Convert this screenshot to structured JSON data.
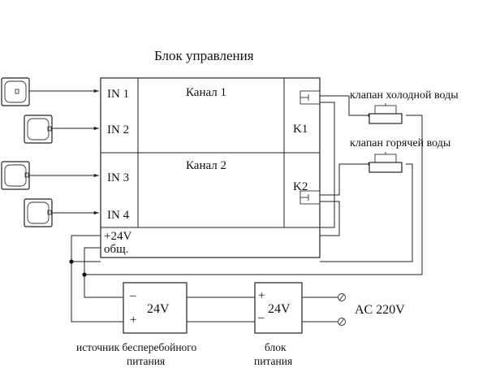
{
  "title": "Блок управления",
  "control_block": {
    "inputs": [
      "IN 1",
      "IN 2",
      "IN 3",
      "IN 4"
    ],
    "channels": [
      "Канал 1",
      "Канал 2"
    ],
    "relays": [
      "K1",
      "K2"
    ],
    "power_plus": "+24V",
    "power_common": "общ."
  },
  "valves": {
    "cold": "клапан холодной воды",
    "hot": "клапан горячей воды"
  },
  "ups": {
    "voltage": "24V",
    "minus": "–",
    "plus": "+",
    "label_line1": "источник бесперебойного",
    "label_line2": "питания"
  },
  "psu": {
    "voltage": "24V",
    "minus": "–",
    "plus": "+",
    "label_line1": "блок",
    "label_line2": "питания"
  },
  "mains": "AC 220V"
}
